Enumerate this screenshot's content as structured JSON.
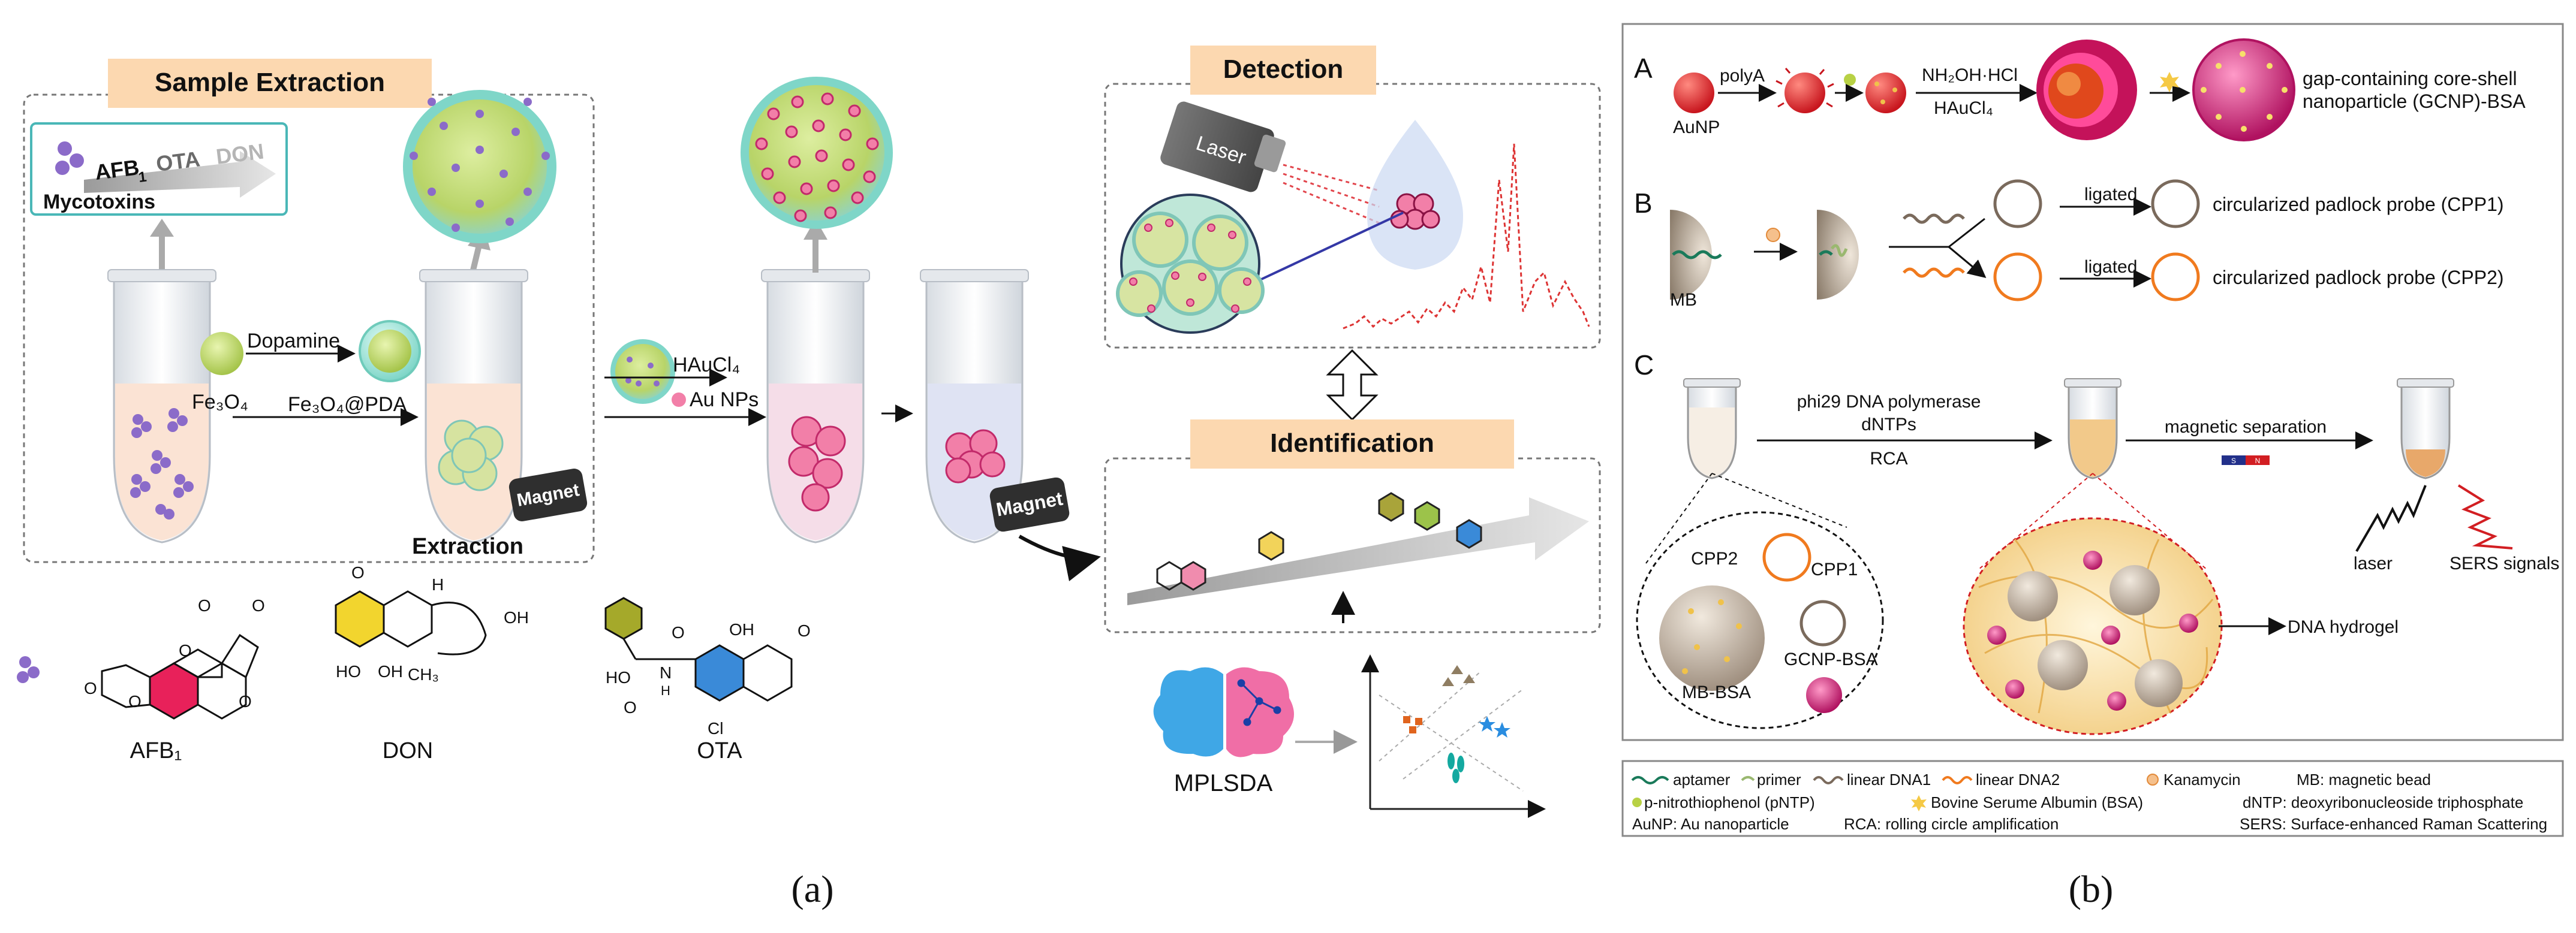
{
  "panel_a": {
    "caption": "(a)",
    "sample_extraction": {
      "title": "Sample Extraction",
      "mycotoxins_items": [
        "AFB",
        "1",
        "OTA",
        "DON"
      ],
      "mycotoxins_label": "Mycotoxins",
      "dopamine": "Dopamine",
      "fe3o4": "Fe₃O₄",
      "fe3o4_pda": "Fe₃O₄@PDA",
      "magnet": "Magnet",
      "extraction": "Extraction"
    },
    "haucl4": "HAuCl₄",
    "au_nps": "Au NPs",
    "magnet2": "Magnet",
    "detection": {
      "title": "Detection",
      "laser": "Laser"
    },
    "identification": {
      "title": "Identification"
    },
    "mplsda": "MPLSDA",
    "structures": {
      "afb1": "AFB₁",
      "don": "DON",
      "ota": "OTA",
      "atoms": [
        "O",
        "O",
        "O",
        "O",
        "O",
        "O",
        "OH",
        "HO",
        "OH",
        "CH₃",
        "H",
        "O",
        "HO",
        "O",
        "N",
        "H",
        "OH",
        "O",
        "O",
        "Cl"
      ]
    }
  },
  "panel_b": {
    "caption": "(b)",
    "A": {
      "letter": "A",
      "aunp": "AuNP",
      "polya": "polyA",
      "nh2oh": "NH₂OH·HCl",
      "haucl4": "HAuCl₄",
      "result_line1": "gap-containing core-shell",
      "result_line2": "nanoparticle (GCNP)-BSA"
    },
    "B": {
      "letter": "B",
      "mb": "MB",
      "ligated1": "ligated",
      "ligated2": "ligated",
      "cpp1": "circularized padlock probe (CPP1)",
      "cpp2": "circularized padlock probe (CPP2)"
    },
    "C": {
      "letter": "C",
      "phi29": "phi29 DNA polymerase",
      "dntps": "dNTPs",
      "rca": "RCA",
      "magsep": "magnetic separation",
      "laser": "laser",
      "sers": "SERS signals",
      "cpp2": "CPP2",
      "cpp1": "CPP1",
      "mb_bsa": "MB-BSA",
      "gcnp_bsa": "GCNP-BSA",
      "hydrogel": "DNA hydrogel",
      "magnet_s": "S",
      "magnet_n": "N"
    },
    "legend": {
      "row1": [
        "aptamer",
        "primer",
        "linear DNA1",
        "linear DNA2",
        "Kanamycin",
        "MB: magnetic bead"
      ],
      "row2": [
        "p-nitrothiophenol (pNTP)",
        "Bovine Serume Albumin (BSA)",
        "dNTP: deoxyribonucleoside triphosphate"
      ],
      "row3": [
        "AuNP: Au nanoparticle",
        "RCA: rolling circle amplification",
        "SERS: Surface-enhanced Raman Scattering"
      ]
    }
  },
  "colors": {
    "orange_banner": "#fcd8b0",
    "teal_border": "#4ab7b7",
    "gold": "#e8b02a",
    "au_red": "#d8232a",
    "gcnp_magenta": "#c0145a",
    "probe_orange": "#f07a1e",
    "probe_brown": "#7a6a5c"
  }
}
